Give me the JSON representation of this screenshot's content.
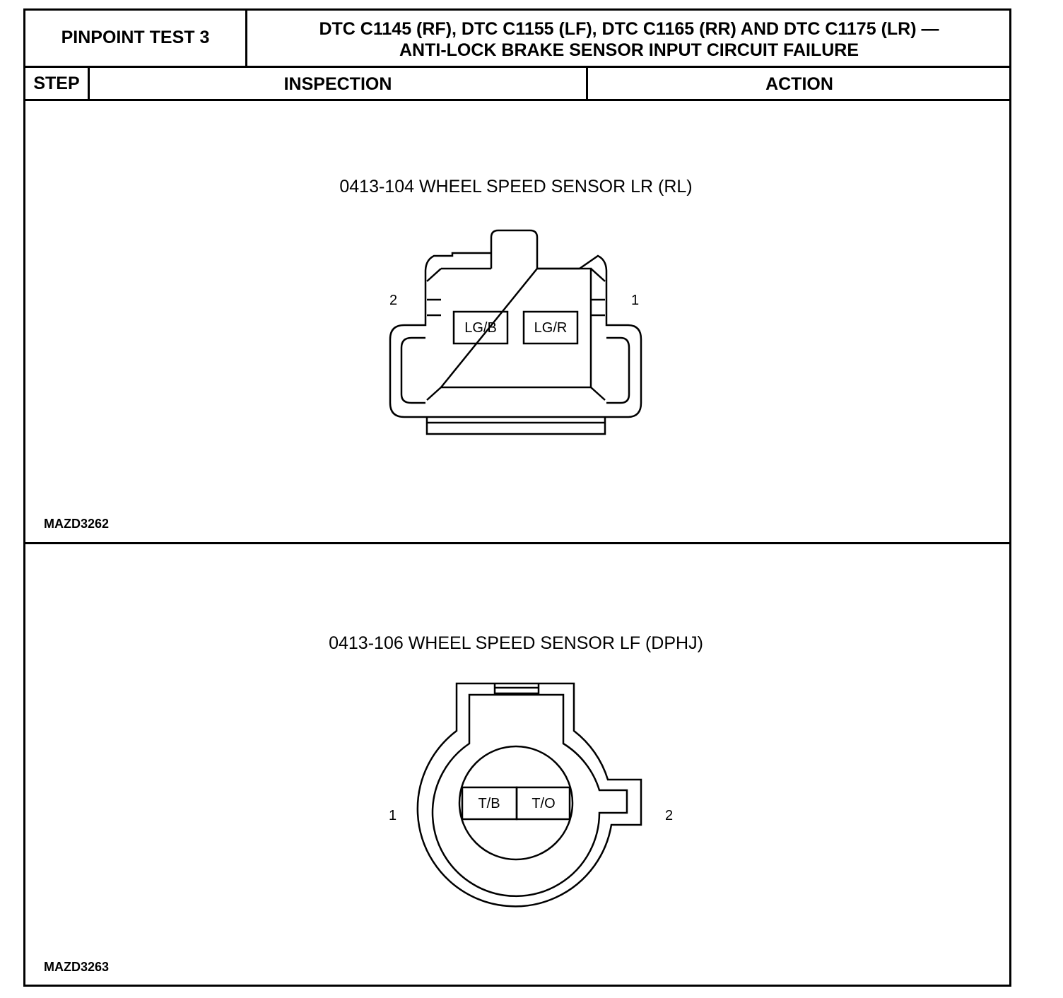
{
  "header": {
    "test_label": "PINPOINT TEST 3",
    "title_line1": "DTC C1145 (RF), DTC C1155 (LF), DTC C1165 (RR) AND DTC C1175 (LR) —",
    "title_line2": "ANTI-LOCK BRAKE SENSOR INPUT CIRCUIT FAILURE"
  },
  "columns": {
    "step": "STEP",
    "inspection": "INSPECTION",
    "action": "ACTION"
  },
  "figures": [
    {
      "caption": "0413-104 WHEEL SPEED SENSOR LR (RL)",
      "pin_left": "2",
      "pin_right": "1",
      "terminal_left": "LG/B",
      "terminal_right": "LG/R",
      "figure_id": "MAZD3262"
    },
    {
      "caption": "0413-106 WHEEL SPEED SENSOR LF (DPHJ)",
      "pin_left": "1",
      "pin_right": "2",
      "terminal_left": "T/B",
      "terminal_right": "T/O",
      "figure_id": "MAZD3263"
    }
  ]
}
